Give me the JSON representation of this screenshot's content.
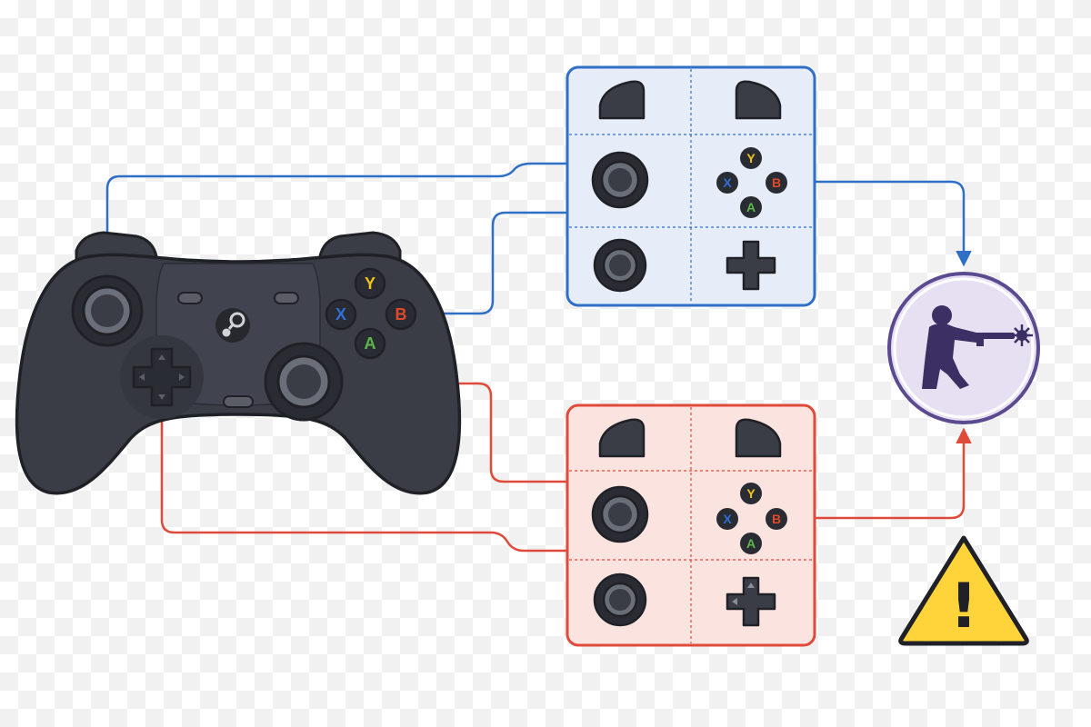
{
  "colors": {
    "controller_body": "#3a3d46",
    "controller_outline": "#1f2127",
    "profile_primary_border": "#2f6fc6",
    "profile_primary_fill": "#e6edf9",
    "profile_secondary_border": "#e04a3a",
    "profile_secondary_fill": "#fbe4e0",
    "link_primary": "#2f6fc6",
    "link_secondary": "#e04a3a",
    "game_badge_fill": "#e6e0f2",
    "game_badge_border": "#5b4a8f",
    "warning_fill": "#ffd43b",
    "button_y": "#f2c318",
    "button_x": "#2f6fd6",
    "button_b": "#e04a2a",
    "button_a": "#5cb84a"
  },
  "controller": {
    "icon": "gamepad-icon",
    "logo": "steam-logo-icon",
    "face_buttons": {
      "y": "Y",
      "x": "X",
      "b": "B",
      "a": "A"
    }
  },
  "profiles": [
    {
      "id": "primary",
      "cells": [
        "left-bumper-icon",
        "right-bumper-icon",
        "left-stick-icon",
        "face-buttons-icon",
        "right-stick-icon",
        "dpad-icon"
      ],
      "face_buttons": {
        "y": "Y",
        "x": "X",
        "b": "B",
        "a": "A"
      }
    },
    {
      "id": "secondary",
      "cells": [
        "left-bumper-icon",
        "right-bumper-icon",
        "left-stick-icon",
        "face-buttons-icon",
        "right-stick-icon",
        "dpad-icon"
      ],
      "face_buttons": {
        "y": "Y",
        "x": "X",
        "b": "B",
        "a": "A"
      }
    }
  ],
  "game": {
    "icon": "shooter-game-icon"
  },
  "warning": {
    "icon": "warning-icon",
    "mark": "!"
  }
}
